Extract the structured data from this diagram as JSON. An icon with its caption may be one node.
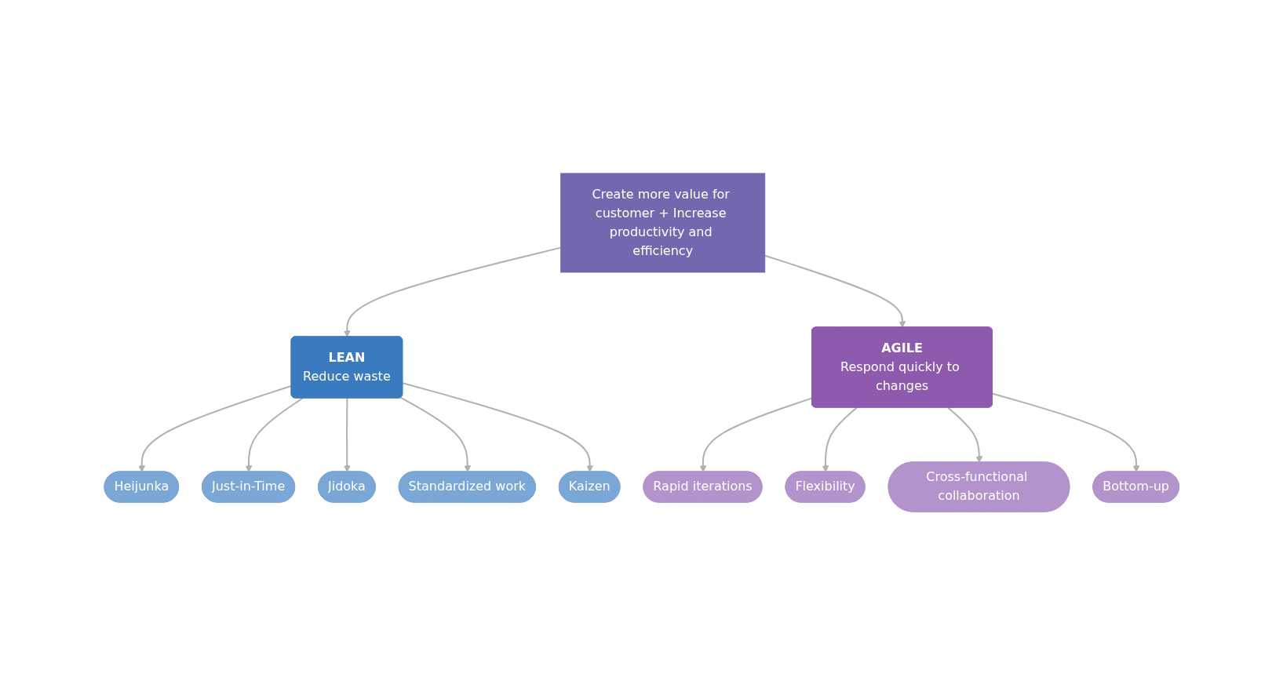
{
  "diagram": {
    "nodes": [
      {
        "text": [
          "Create more value for customer + Increase productivity and efficiency"
        ]
      },
      {
        "text": [
          "LEAN",
          "Reduce waste"
        ]
      },
      {
        "text": [
          "AGILE",
          "Respond quickly to changes"
        ]
      },
      {
        "text": [
          "Heijunka"
        ]
      },
      {
        "text": [
          "Just-in-Time"
        ]
      },
      {
        "text": [
          "Jidoka"
        ]
      },
      {
        "text": [
          "Standardized work"
        ]
      },
      {
        "text": [
          "Kaizen"
        ]
      },
      {
        "text": [
          "Rapid iterations"
        ]
      },
      {
        "text": [
          "Flexibility"
        ]
      },
      {
        "text": [
          "Cross-functional collaboration"
        ]
      },
      {
        "text": [
          "Bottom-up"
        ]
      }
    ],
    "edges": [
      {
        "from": 0,
        "to": 1,
        "arrow": "to"
      },
      {
        "from": 0,
        "to": 2,
        "arrow": "to"
      },
      {
        "from": 1,
        "to": 3,
        "arrow": "to"
      },
      {
        "from": 1,
        "to": 4,
        "arrow": "to"
      },
      {
        "from": 1,
        "to": 5,
        "arrow": "to"
      },
      {
        "from": 1,
        "to": 6,
        "arrow": "to"
      },
      {
        "from": 1,
        "to": 7,
        "arrow": "to"
      },
      {
        "from": 2,
        "to": 8,
        "arrow": "to"
      },
      {
        "from": 2,
        "to": 9,
        "arrow": "to"
      },
      {
        "from": 2,
        "to": 10,
        "arrow": "to"
      },
      {
        "from": 2,
        "to": 11,
        "arrow": "to"
      }
    ]
  }
}
